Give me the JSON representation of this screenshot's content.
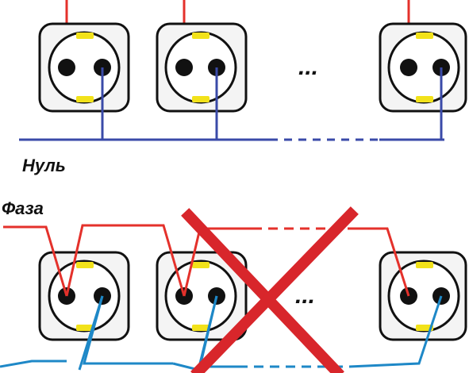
{
  "labels": {
    "neutral": "Нуль",
    "phase": "Фаза",
    "ellipsis_top": "...",
    "ellipsis_bottom": "..."
  },
  "colors": {
    "phase_wire": "#e4312b",
    "neutral_wire_top": "#3a4aa8",
    "neutral_wire_bottom": "#1e88c7",
    "cross": "#d8262b",
    "socket_outline": "#111111",
    "socket_body": "#f4f4f4",
    "socket_contact": "#f2e21a",
    "pin": "#111111"
  },
  "diagrams": [
    {
      "name": "correct-parallel-wiring",
      "sockets": 3
    },
    {
      "name": "incorrect-daisy-chain-wiring",
      "sockets": 3,
      "crossed_out": true
    }
  ]
}
